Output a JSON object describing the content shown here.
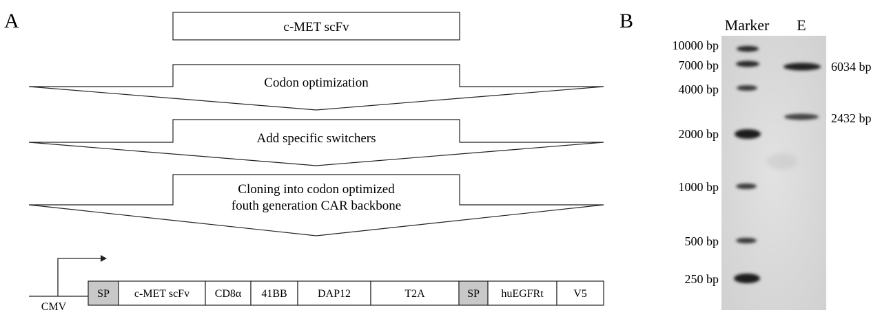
{
  "panelA": {
    "label": "A",
    "title_box": "c-MET scFv",
    "steps": [
      {
        "lines": [
          "Codon optimization"
        ]
      },
      {
        "lines": [
          "Add specific switchers"
        ]
      },
      {
        "lines": [
          "Cloning into codon optimized",
          "fouth generation CAR backbone"
        ]
      }
    ],
    "promoter": "CMV",
    "construct": [
      {
        "label": "SP",
        "shaded": true
      },
      {
        "label": "c-MET scFv",
        "shaded": false
      },
      {
        "label": "CD8α",
        "shaded": false
      },
      {
        "label": "41BB",
        "shaded": false
      },
      {
        "label": "DAP12",
        "shaded": false
      },
      {
        "label": "T2A",
        "shaded": false
      },
      {
        "label": "SP",
        "shaded": true
      },
      {
        "label": "huEGFRt",
        "shaded": false
      },
      {
        "label": "V5",
        "shaded": false
      }
    ]
  },
  "panelB": {
    "label": "B",
    "lanes": [
      "Marker",
      "E"
    ],
    "marker_sizes": [
      "10000 bp",
      "7000 bp",
      "4000 bp",
      "2000 bp",
      "1000 bp",
      "500 bp",
      "250 bp"
    ],
    "sample_sizes": [
      "6034 bp",
      "2432 bp"
    ]
  },
  "colors": {
    "shaded_segment": "#c8c8c8",
    "gel_background": "#d9d9d9",
    "band": "#2a2a2a"
  }
}
